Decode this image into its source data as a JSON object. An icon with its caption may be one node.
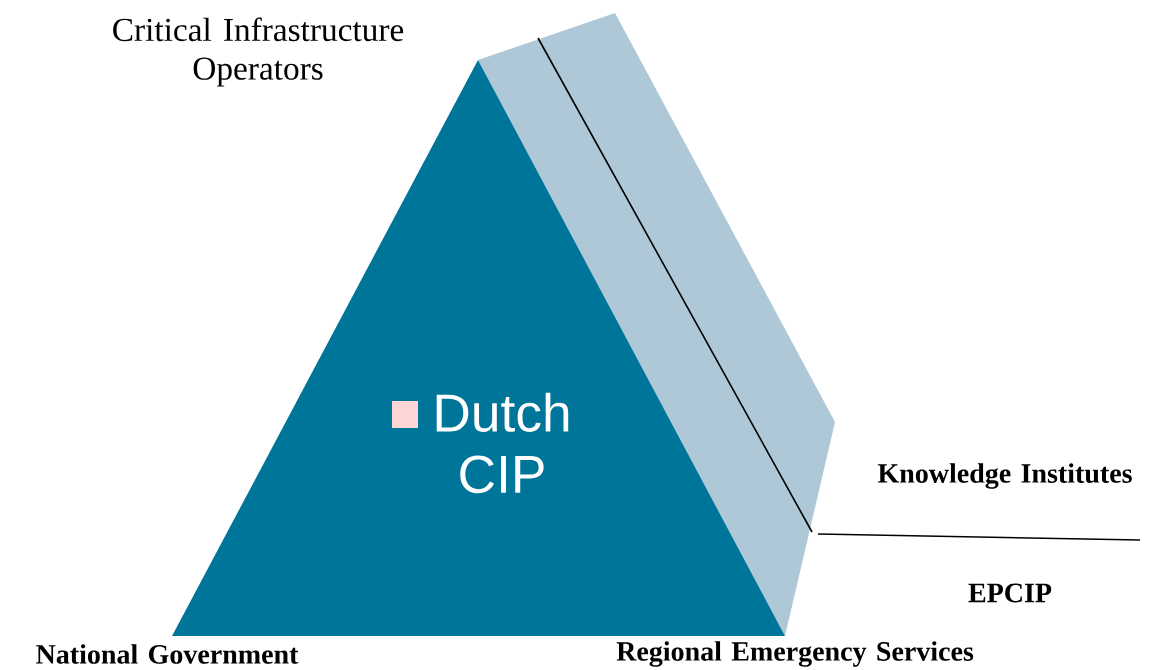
{
  "diagram": {
    "nodes": [
      {
        "text": [
          "Dutch CIP"
        ]
      }
    ],
    "labels": [
      "Critical Infrastructure Operators",
      "Knowledge Institutes",
      "EPCIP",
      "National Government",
      "Regional Emergency Services"
    ]
  }
}
